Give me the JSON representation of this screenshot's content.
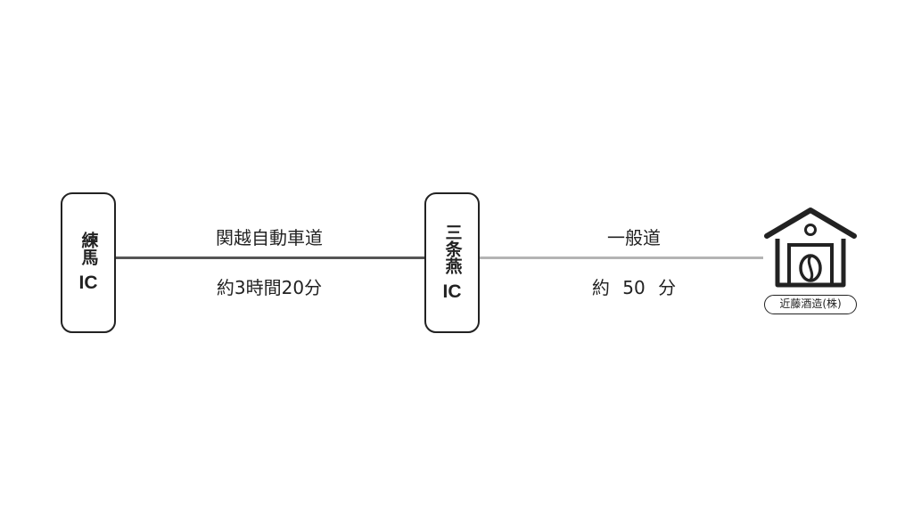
{
  "nodes": {
    "start": {
      "name": "練馬",
      "code": "IC"
    },
    "middle": {
      "name": "三条燕",
      "code": "IC"
    },
    "destination": {
      "name": "近藤酒造(株)",
      "icon": "brewery-house-icon"
    }
  },
  "routes": [
    {
      "road": "関越自動車道",
      "time": "約3時間20分",
      "color": "#555555"
    },
    {
      "road": "一般道",
      "time": "約 50 分",
      "color": "#b4b4b4"
    }
  ]
}
